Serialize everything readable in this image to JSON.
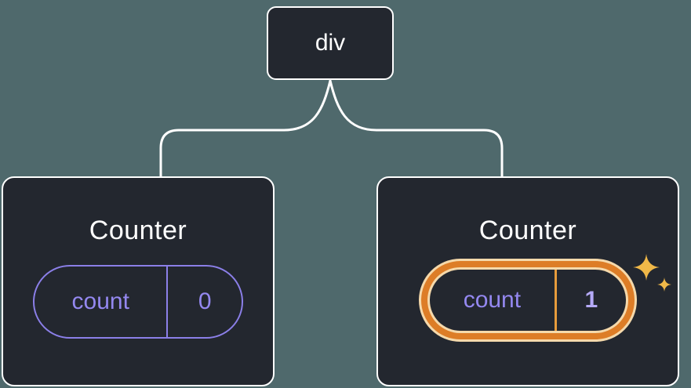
{
  "tree": {
    "root": {
      "label": "div"
    },
    "children": [
      {
        "title": "Counter",
        "state": {
          "key": "count",
          "value": "0"
        },
        "highlighted": false
      },
      {
        "title": "Counter",
        "state": {
          "key": "count",
          "value": "1"
        },
        "highlighted": true
      }
    ]
  },
  "icons": {
    "sparkle": "sparkle-icon"
  },
  "colors": {
    "background": "#4f696c",
    "node_fill": "#23272f",
    "node_border": "#ffffff",
    "connector": "#ffffff",
    "text_primary": "#ffffff",
    "state_purple": "#9488f0",
    "state_purple_border": "#8b7fe8",
    "highlight_orange": "#dd7d27",
    "highlight_cream": "#f5d9ab",
    "highlight_divider": "#e79b3c",
    "highlight_value": "#b5aaf8",
    "sparkle_gold": "#f0b848"
  }
}
